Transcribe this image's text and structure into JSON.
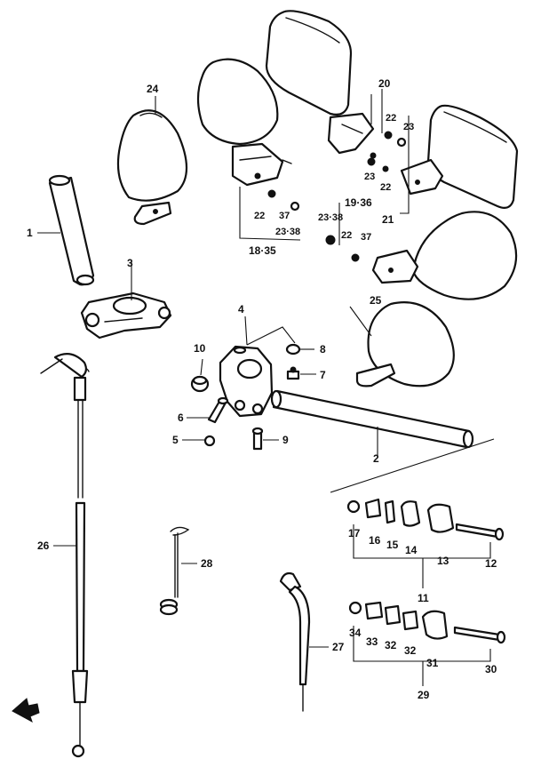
{
  "callouts": {
    "p1": "1",
    "p2": "2",
    "p3": "3",
    "p4": "4",
    "p5": "5",
    "p6": "6",
    "p7": "7",
    "p8": "8",
    "p9": "9",
    "p10": "10",
    "p11": "11",
    "p12": "12",
    "p13": "13",
    "p14": "14",
    "p15": "15",
    "p16": "16",
    "p17": "17",
    "p18_35": "18·35",
    "p19_36": "19·36",
    "p20": "20",
    "p21": "21",
    "p22a": "22",
    "p22b": "22",
    "p22c": "22",
    "p22d": "22",
    "p23a": "23",
    "p23b": "23",
    "p23_38a": "23·38",
    "p23_38b": "23·38",
    "p37a": "37",
    "p37b": "37",
    "p24": "24",
    "p25": "25",
    "p26": "26",
    "p27": "27",
    "p28": "28",
    "p29": "29",
    "p30": "30",
    "p31": "31",
    "p32a": "32",
    "p32b": "32",
    "p33": "33",
    "p34": "34"
  }
}
